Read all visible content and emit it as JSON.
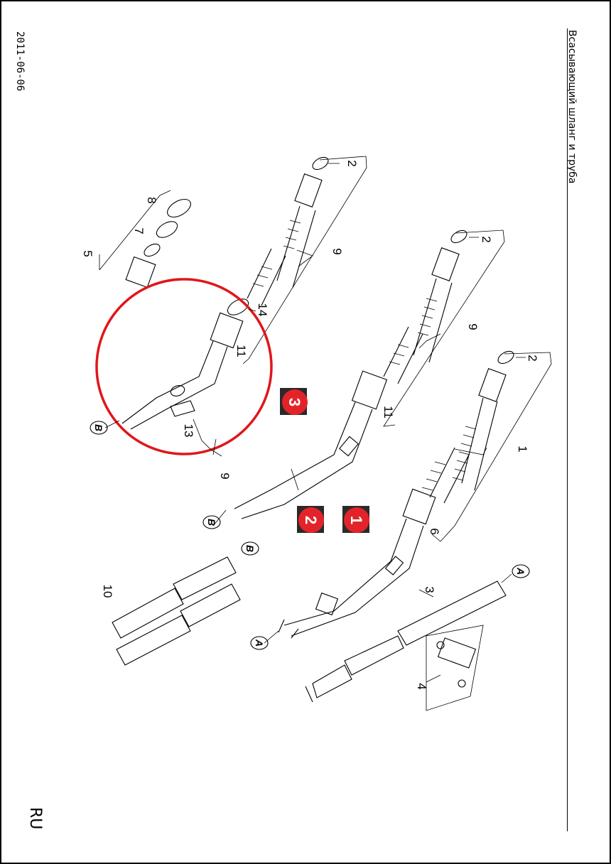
{
  "header": {
    "title": "Всасывающий шланг и труба",
    "date": "2011-06-06",
    "lang": "RU"
  },
  "part_labels": [
    "1",
    "2",
    "2",
    "2",
    "3",
    "4",
    "5",
    "6",
    "7",
    "8",
    "9",
    "9",
    "9",
    "10",
    "11",
    "11",
    "13",
    "14"
  ],
  "badges": [
    "1",
    "2",
    "3"
  ],
  "connectors": [
    "A",
    "A",
    "B",
    "B",
    "B"
  ],
  "colors": {
    "highlight": "#e0161b",
    "badge_red": "#e2242a",
    "badge_dark": "#2a2a2a"
  }
}
